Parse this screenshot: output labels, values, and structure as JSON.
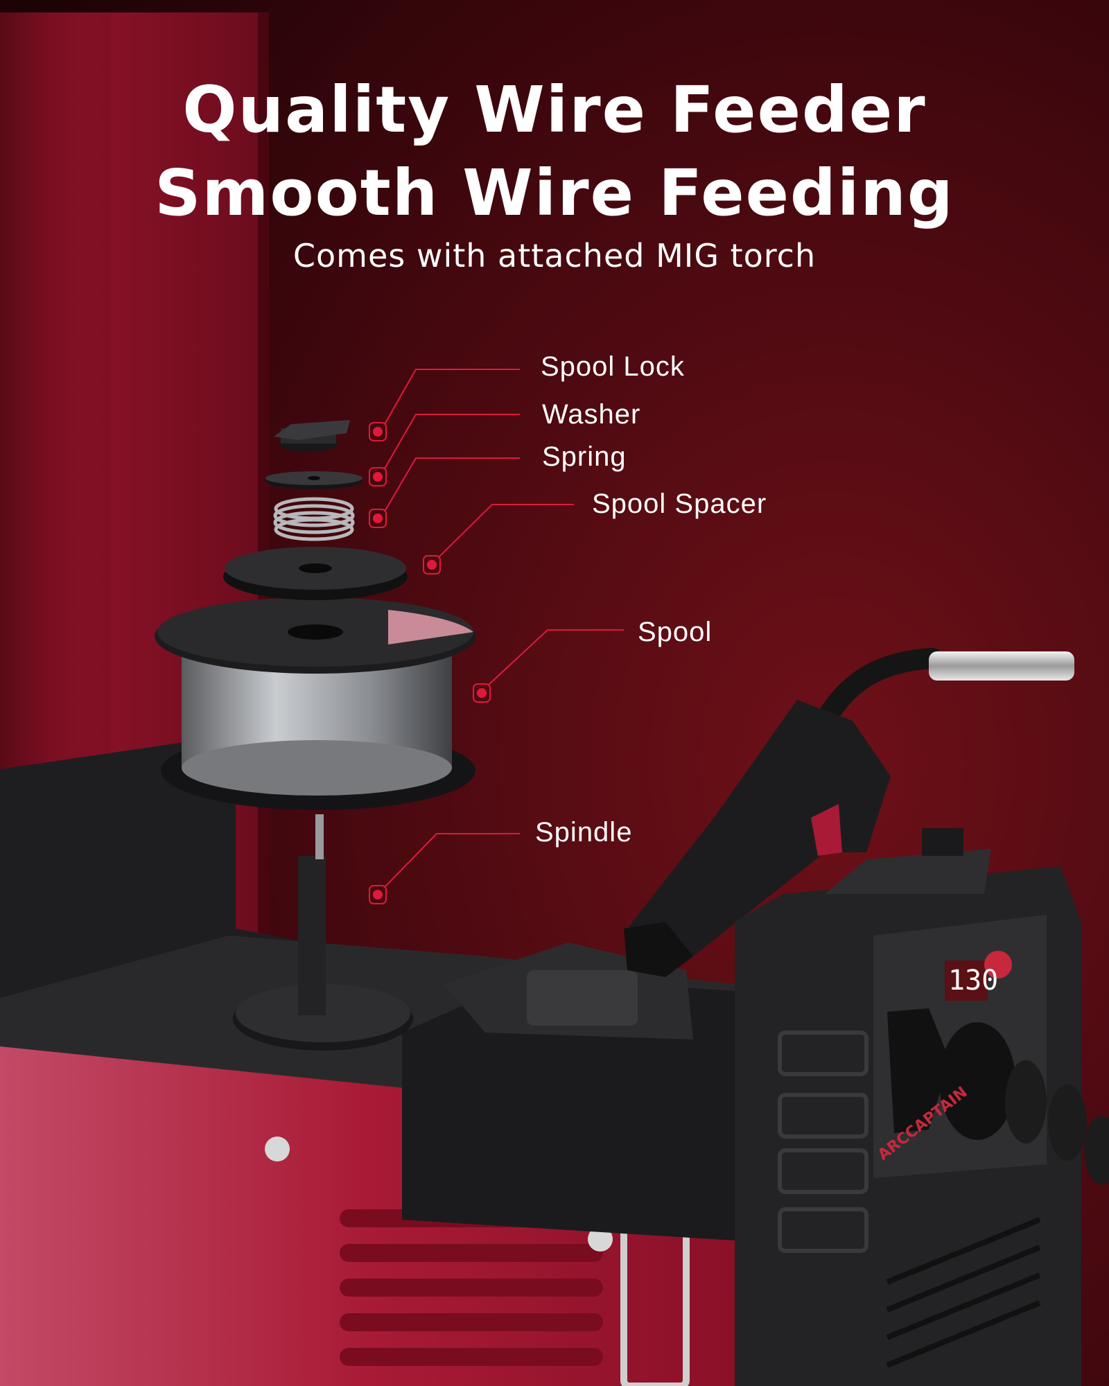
{
  "header": {
    "title_line1": "Quality Wire Feeder",
    "title_line2": "Smooth Wire Feeding",
    "subtitle": "Comes with attached MIG torch"
  },
  "callouts": [
    {
      "label": "Spool Lock"
    },
    {
      "label": "Washer"
    },
    {
      "label": "Spring"
    },
    {
      "label": "Spool Spacer"
    },
    {
      "label": "Spool"
    },
    {
      "label": "Spindle"
    }
  ],
  "machine": {
    "display_value": "130",
    "brand": "ARCCAPTAIN"
  },
  "colors": {
    "background": "#3a070d",
    "accent_red": "#e0193a",
    "casing_red": "#a81a35",
    "machine_black": "#232325"
  }
}
